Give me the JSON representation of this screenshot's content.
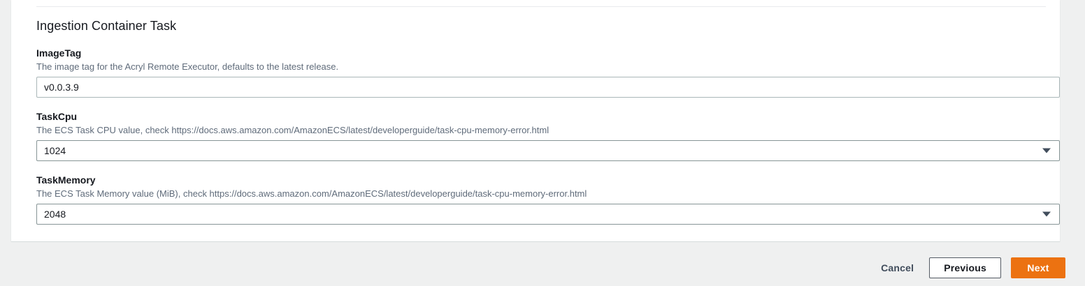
{
  "card": {
    "section_title": "Ingestion Container Task",
    "fields": [
      {
        "label": "ImageTag",
        "description": "The image tag for the Acryl Remote Executor, defaults to the latest release.",
        "type": "text",
        "value": "v0.0.3.9",
        "placeholder": ""
      },
      {
        "label": "TaskCpu",
        "description": "The ECS Task CPU value, check https://docs.aws.amazon.com/AmazonECS/latest/developerguide/task-cpu-memory-error.html",
        "type": "select",
        "value": "1024",
        "icon": "chevron-down-icon"
      },
      {
        "label": "TaskMemory",
        "description": "The ECS Task Memory value (MiB), check https://docs.aws.amazon.com/AmazonECS/latest/developerguide/task-cpu-memory-error.html",
        "type": "select",
        "value": "2048",
        "icon": "chevron-down-icon"
      }
    ]
  },
  "footer": {
    "cancel_label": "Cancel",
    "previous_label": "Previous",
    "next_label": "Next"
  },
  "colors": {
    "page_background": "#eff0f0",
    "card_background": "#ffffff",
    "primary_button": "#ec7211",
    "label_text": "#16191f",
    "description_text": "#5f6b7a",
    "input_border": "#aab7b8",
    "select_border": "#879596"
  }
}
